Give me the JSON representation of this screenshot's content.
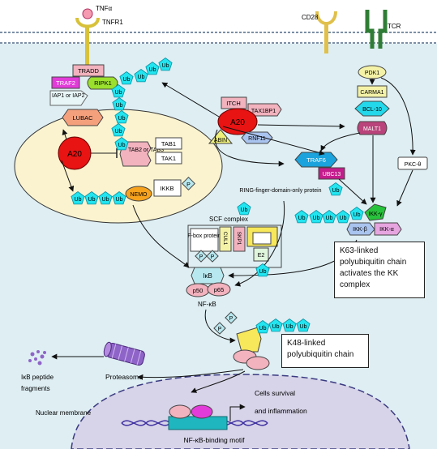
{
  "receptors": {
    "tnfa": "TNFα",
    "tnfr1": "TNFR1",
    "cd28": "CD28",
    "tcr": "TCR"
  },
  "left_complex": {
    "tradd": "TRADD",
    "traf2": "TRAF2",
    "ripk1": "RIPK1",
    "iap": "IAP1 or IAP2",
    "lubac": "LUBAC"
  },
  "ub": "Ub",
  "cytosol_oval": {
    "a20": "A20",
    "tab2_tab3": "TAB2 or TAB3",
    "tab1": "TAB1",
    "tak1": "TAK1",
    "nemo": "NEMO",
    "ikkb": "IKKB",
    "p": "P"
  },
  "a20_complex": {
    "a20": "A20",
    "itch": "ITCH",
    "tax1bp1": "TAX1BP1",
    "abin": "ABIN",
    "rnf11": "RNF11"
  },
  "tcr_pathway": {
    "pdk1": "PDK1",
    "carma1": "CARMA1",
    "bcl10": "BCL-10",
    "malt1": "MALT1",
    "pkc": "PKC-θ",
    "traf6": "TRAF6",
    "ubc13": "UBC13"
  },
  "ikk": {
    "gamma": "IKK-γ",
    "beta": "IKK-β",
    "alpha": "IKK-α"
  },
  "ring_label": "RING-finger-domain-only protein",
  "scf": {
    "title": "SCF complex",
    "fbox": "F-box protein",
    "cul1": "CUL1",
    "skp1": "SKP1",
    "e2": "E2",
    "p": "P"
  },
  "nfkb": {
    "ikb": "IκB",
    "p50": "p50",
    "p65": "p65",
    "label": "NF-κB"
  },
  "notes": {
    "k63": "K63-linked polyubiquitin chain activates the KK complex",
    "k48": "K48-linked polyubiquitin chain"
  },
  "proteasome": "Proteasome",
  "fragments": "IκB peptide fragments",
  "nucleus": {
    "membrane": "Nuclear membrane",
    "motif": "NF-κB-binding motif",
    "outcome": "Cells survival and inflammation"
  },
  "colors": {
    "ub": "#22e5f0",
    "cytoplasm": "#deeef3",
    "nucleus": "#d7d3e8",
    "oval": "#fbf3cf",
    "a20": "#e81313",
    "traf2": "#e23bd9",
    "ripk1": "#9be02d",
    "traf6": "#1aa3dc",
    "ubc13": "#c41c8c",
    "malt1": "#b9437a",
    "nemo": "#f7a21d",
    "dna": "#1fb6bf",
    "pink": "#f2b2be",
    "proteasome": "#8f64c8"
  }
}
